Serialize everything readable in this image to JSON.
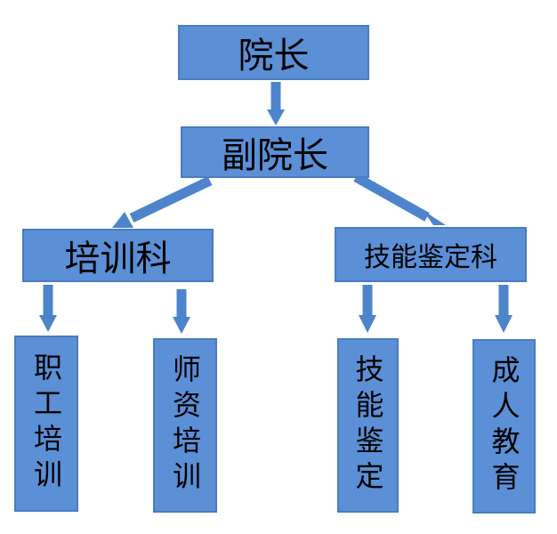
{
  "nodes": {
    "dean": "院长",
    "vice_dean": "副院长",
    "training_dept": "培训科",
    "skill_dept": "技能鉴定科",
    "staff_training": "职工培训",
    "teacher_training": "师资培训",
    "skill_assessment": "技能鉴定",
    "adult_education": "成人教育"
  },
  "colors": {
    "node_fill": "#5b8fd6",
    "node_border": "#4a7cc1",
    "arrow": "#4d84cc",
    "text": "#000000",
    "background": "#ffffff"
  }
}
